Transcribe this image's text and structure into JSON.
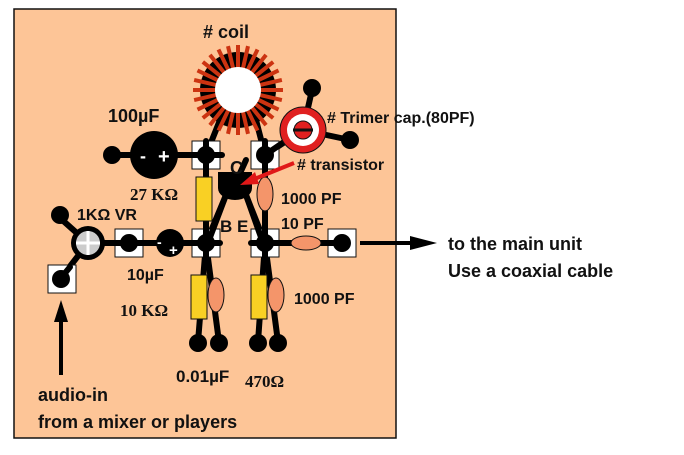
{
  "colors": {
    "board": "#fdc597",
    "trace": "#000000",
    "resistor": "#f9d024",
    "ceramic_cap": "#f4956a",
    "coil_winding": "#cc3311",
    "trimmer": "#e02020",
    "arrow_red": "#e01818",
    "vr_knob": "#cccccc"
  },
  "labels": {
    "coil": "# coil",
    "trimmer": "# Trimer cap.(80PF)",
    "transistor": "# transistor",
    "cap_100uf": "100µF",
    "res_27k": "27 KΩ",
    "vr_1k": "1KΩ VR",
    "cap_10uf": "10µF",
    "res_10k": "10 KΩ",
    "cap_001uf": "0.01µF",
    "res_470": "470Ω",
    "cap_1000pf_top": "1000 PF",
    "cap_10pf": "10 PF",
    "cap_1000pf_bottom": "1000 PF",
    "pin_c": "C",
    "pin_b": "B",
    "pin_e": "E",
    "polarity_minus": "-",
    "polarity_plus": "+",
    "output_line1": "to the main unit",
    "output_line2": "Use a coaxial cable",
    "input_line1": "audio-in",
    "input_line2": "from a mixer or players"
  }
}
